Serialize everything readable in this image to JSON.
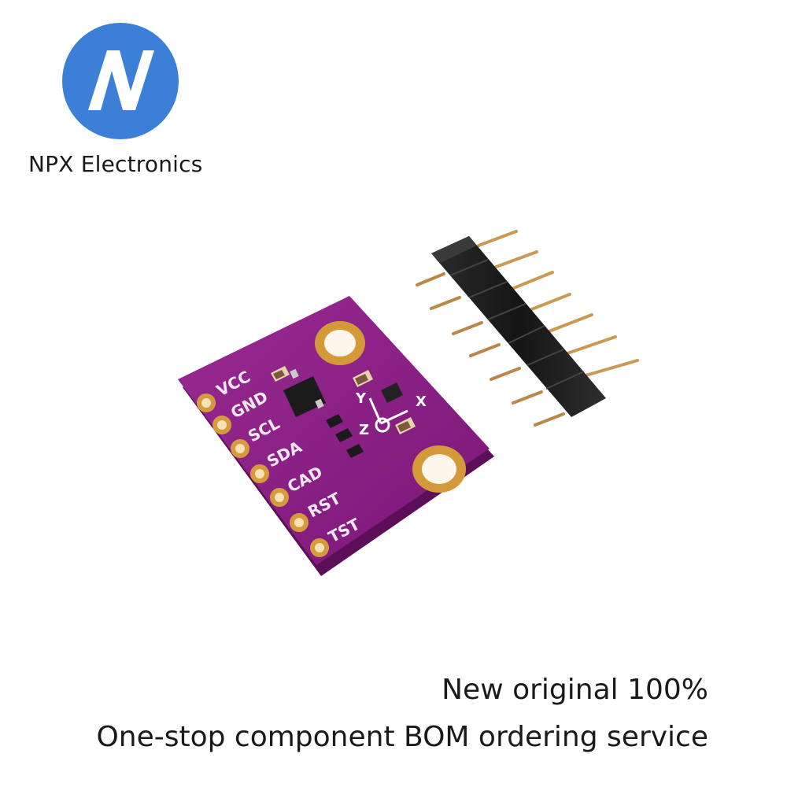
{
  "brand": {
    "name": "NPX Electronics",
    "logo_letter": "N",
    "logo_color": "#3b7fd9"
  },
  "product": {
    "board_color": "#8c1f86",
    "pin_labels": [
      "VCC",
      "GND",
      "SCL",
      "SDA",
      "CAD",
      "RST",
      "TST"
    ],
    "axis_labels": [
      "Y",
      "Z",
      "X"
    ]
  },
  "taglines": {
    "line1": "New original 100%",
    "line2": "One-stop component BOM ordering service"
  }
}
